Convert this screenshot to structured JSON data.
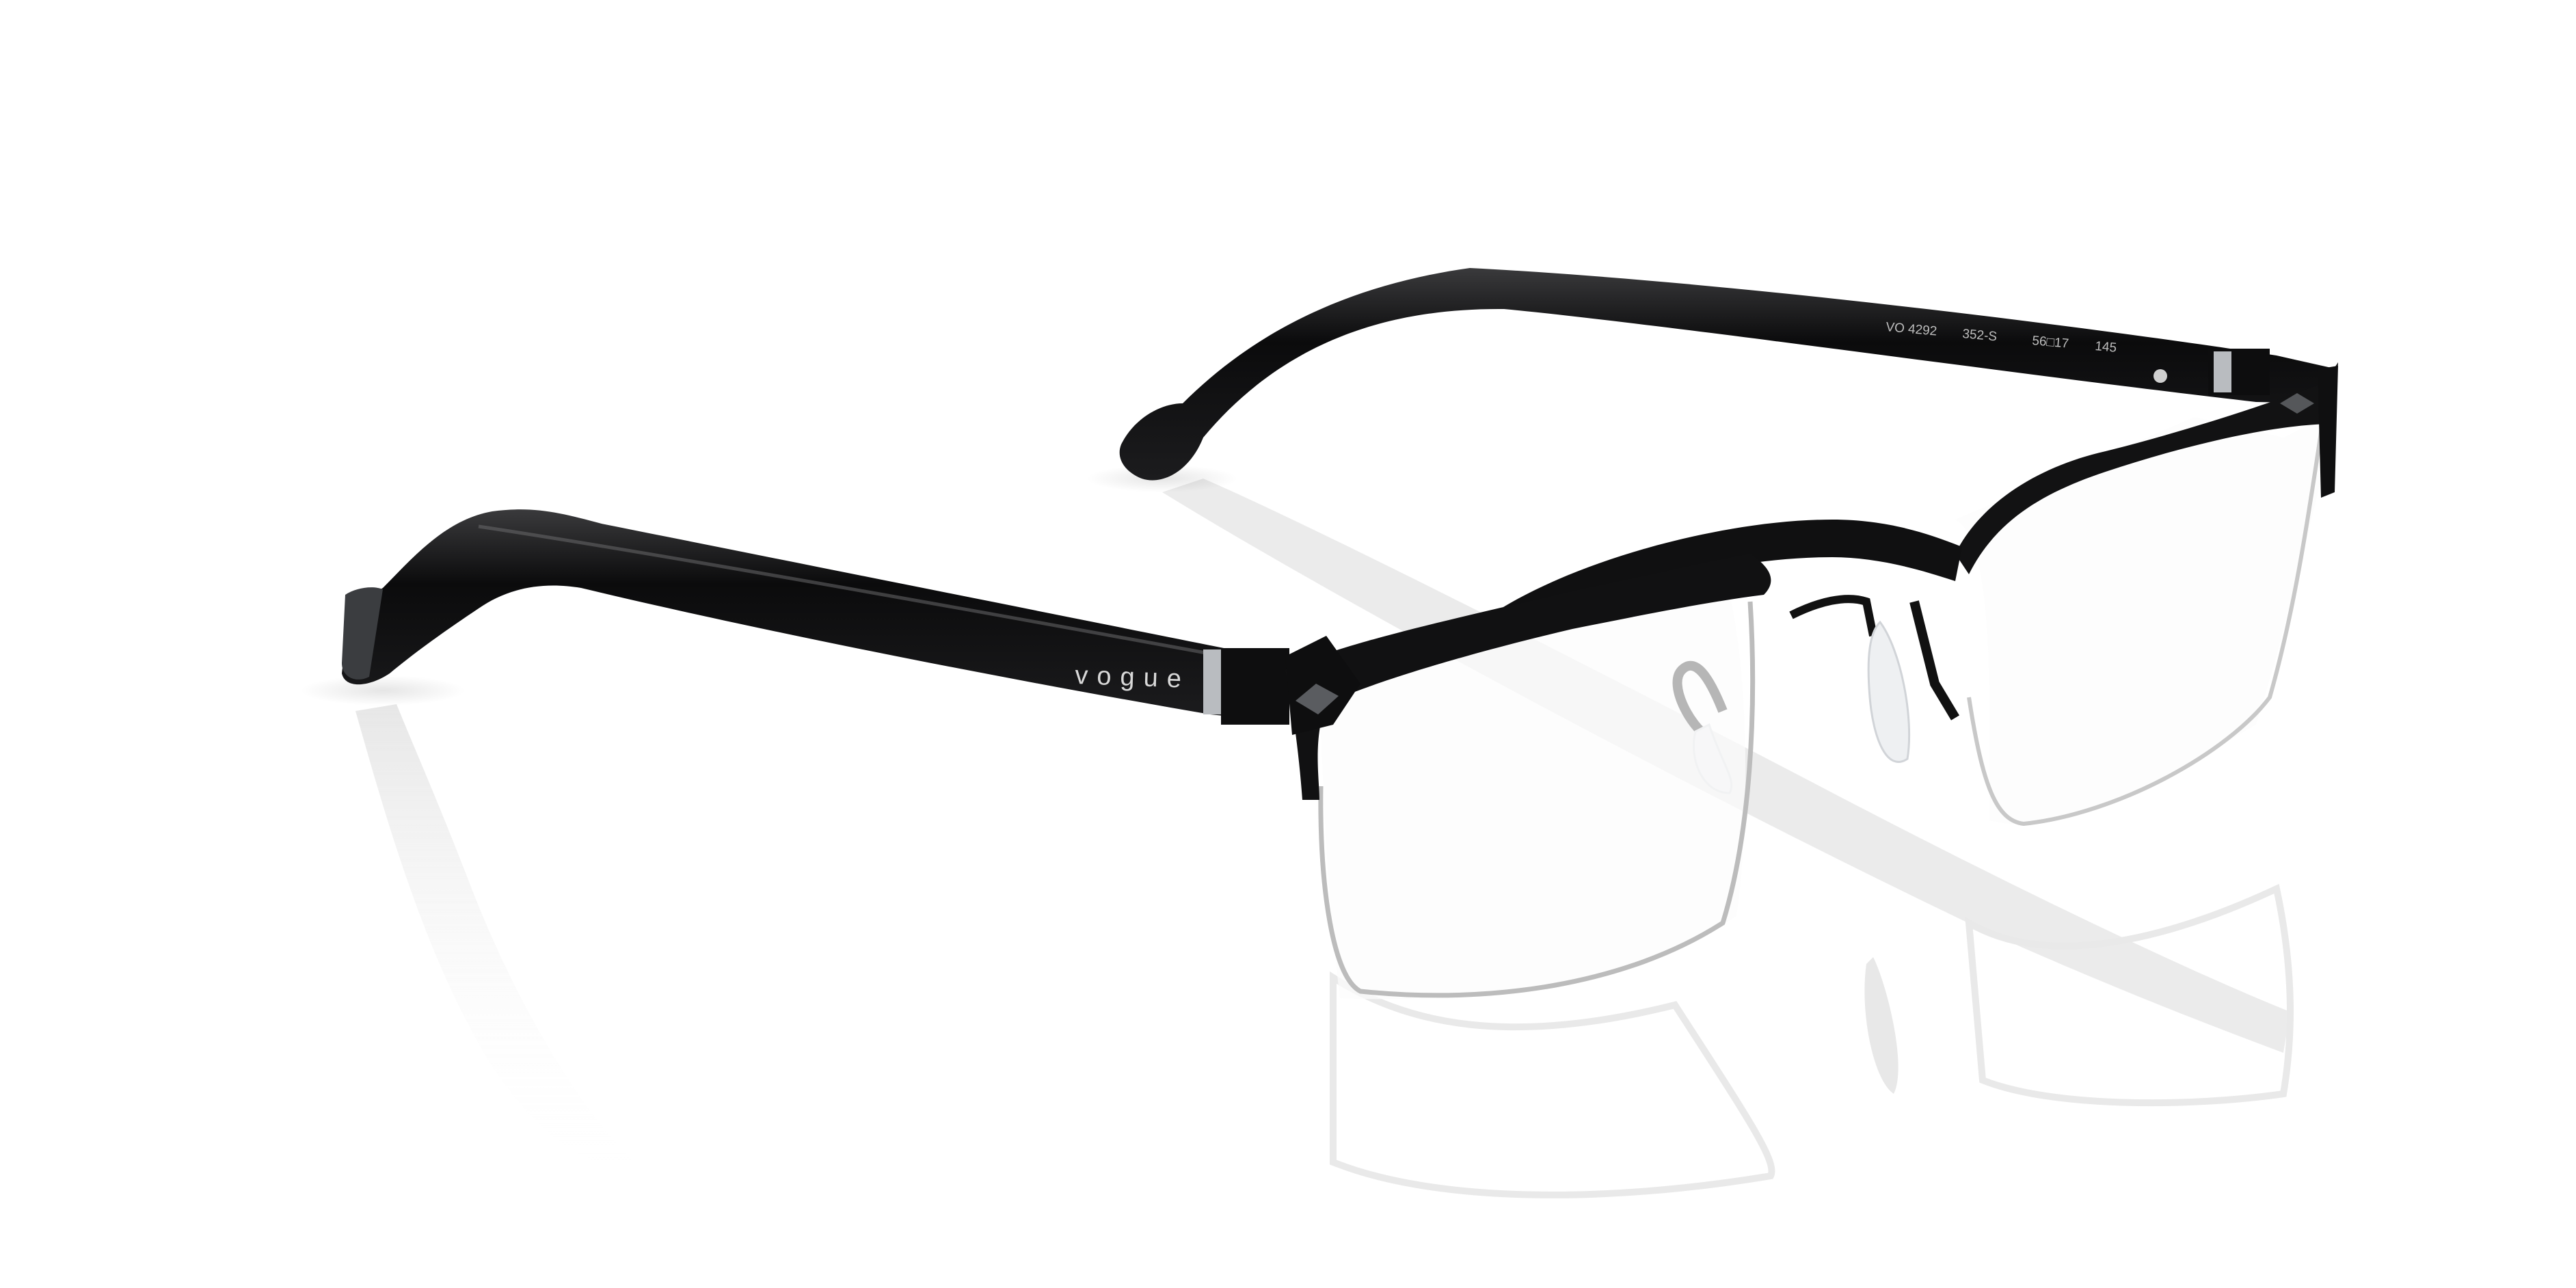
{
  "product": {
    "brand_print": "vogue",
    "model": "VO 4292",
    "color_code": "352-S",
    "size": "56□17",
    "temple_length": "145"
  },
  "colors": {
    "background": "#ffffff",
    "frame": "#0f0f10",
    "temple": "#101011",
    "metal_accent": "#b9bcc0",
    "reflection": "#e6e6e6"
  }
}
